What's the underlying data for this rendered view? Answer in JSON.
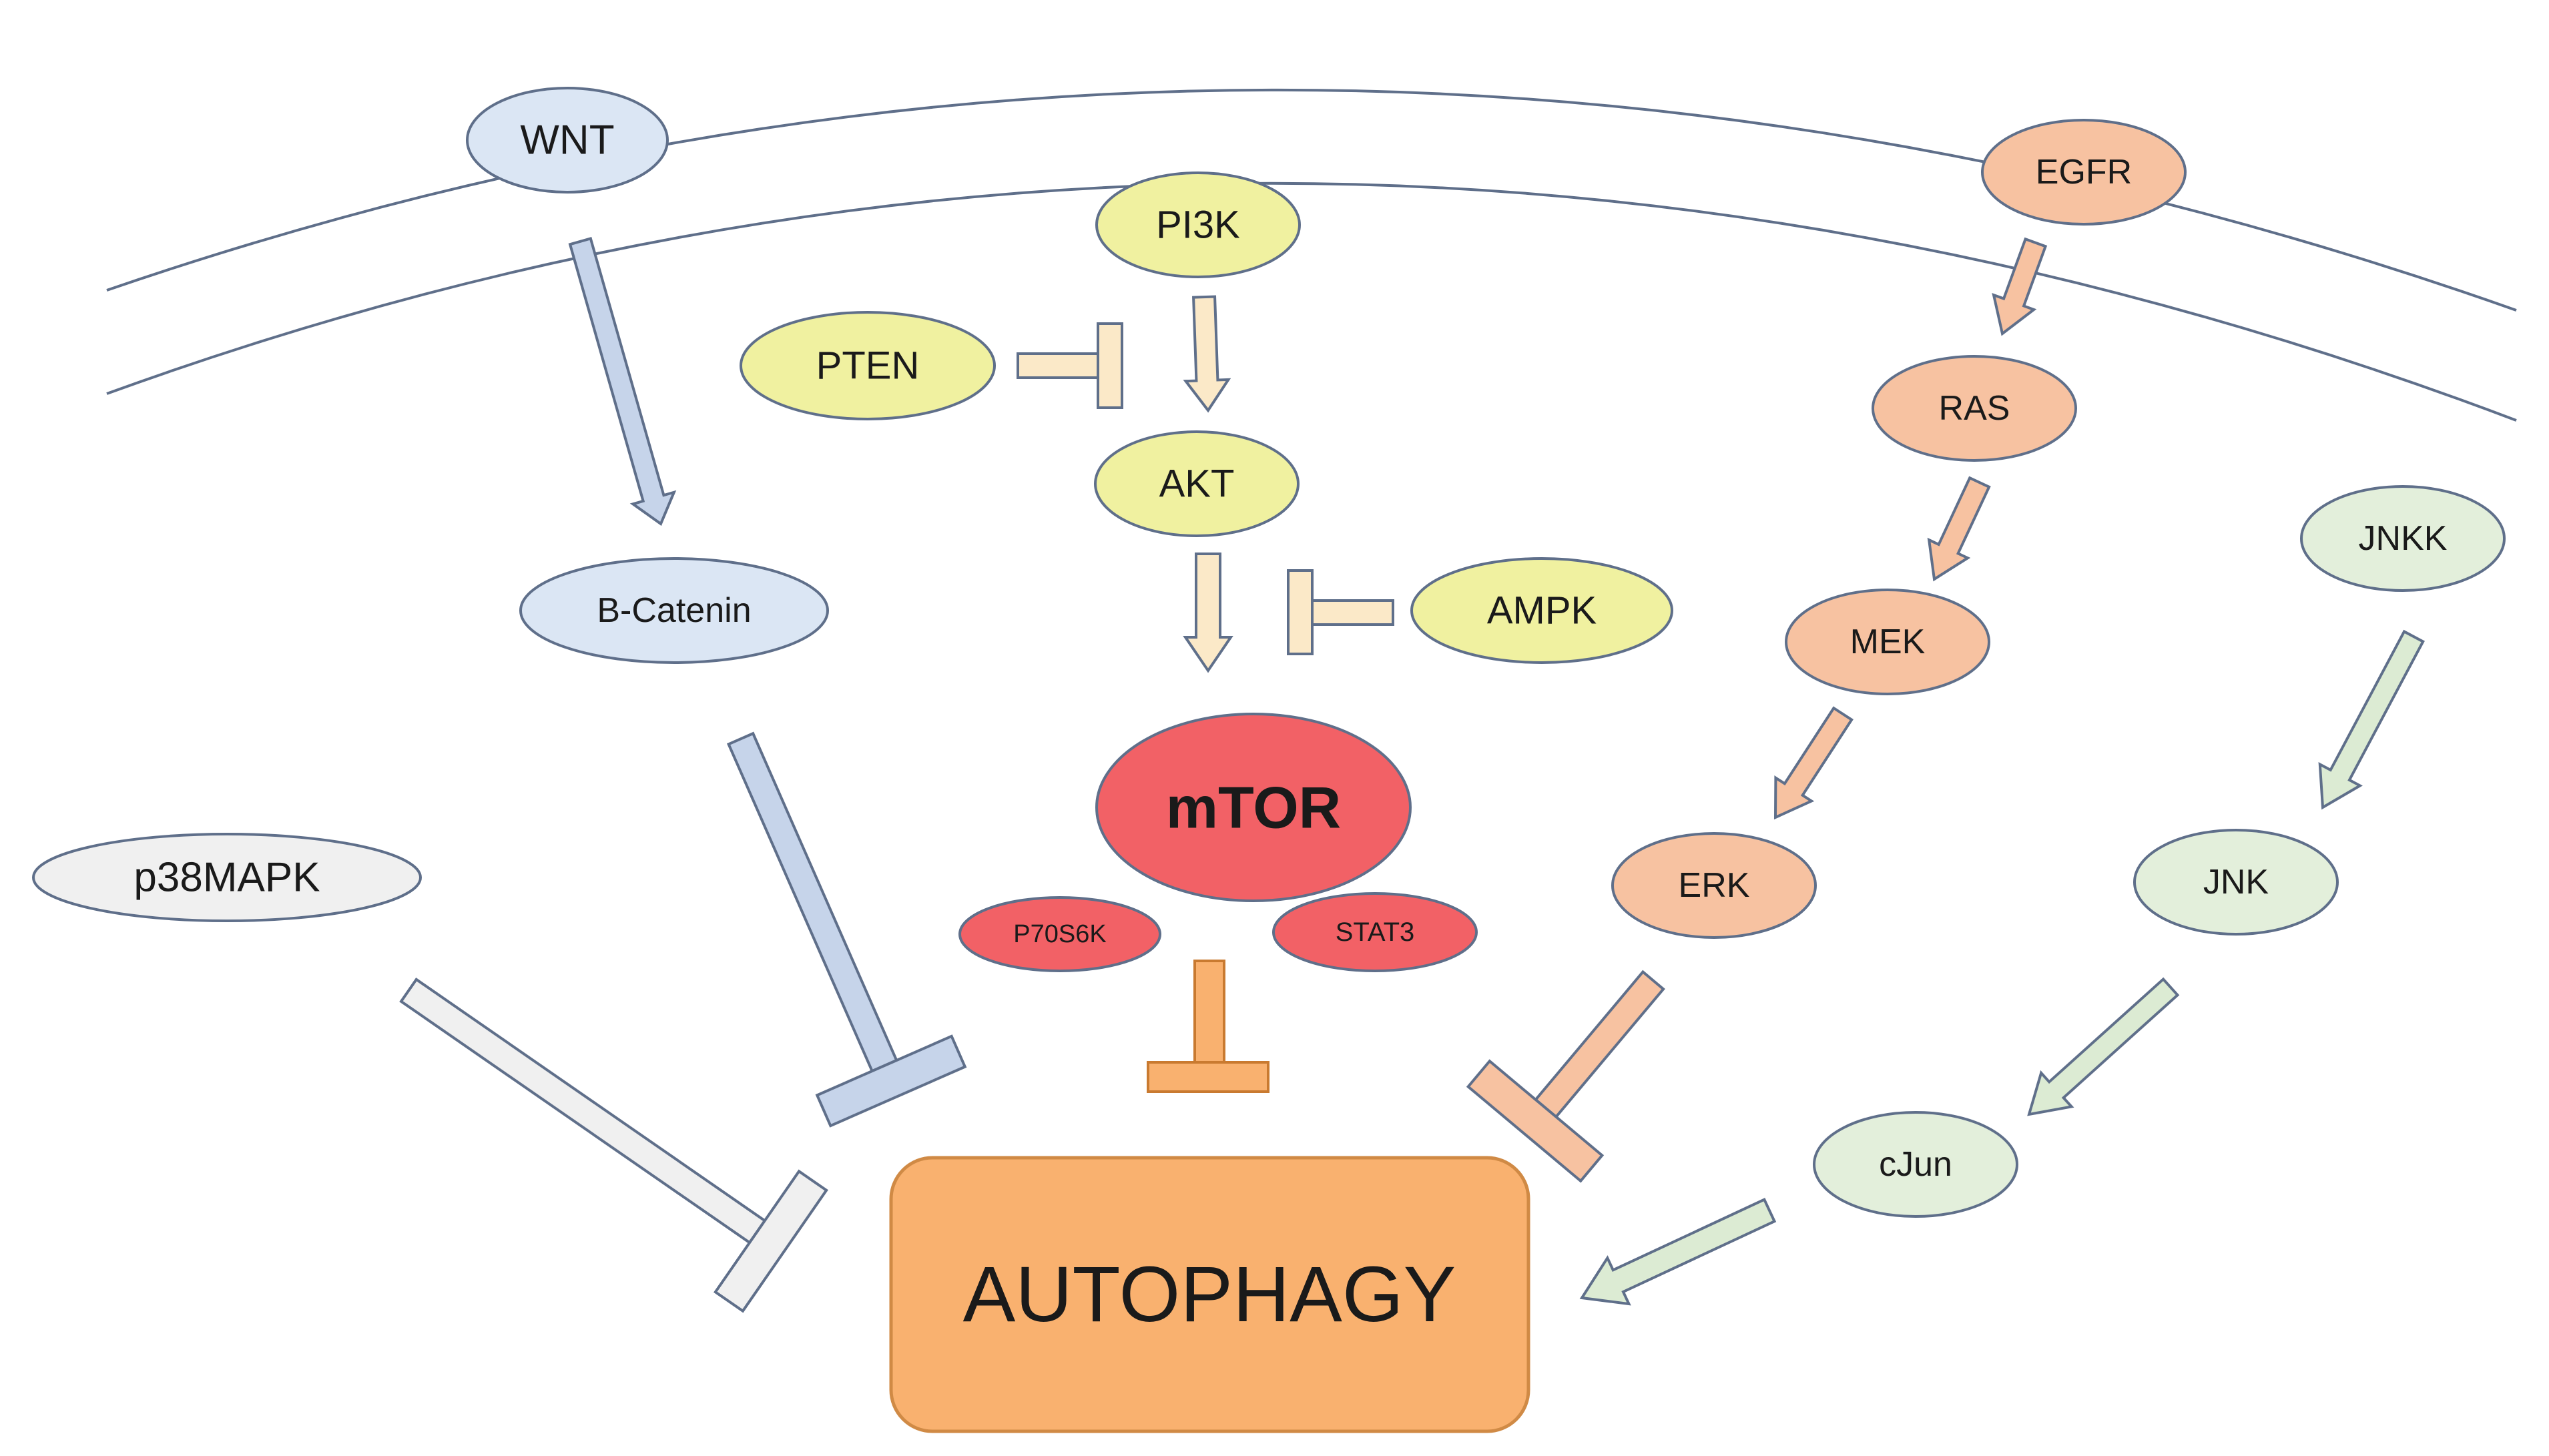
{
  "nodes": {
    "wnt": "WNT",
    "b_catenin": "B-Catenin",
    "p38mapk": "p38MAPK",
    "pi3k": "PI3K",
    "pten": "PTEN",
    "akt": "AKT",
    "ampk": "AMPK",
    "mtor": "mTOR",
    "p70s6k": "P70S6K",
    "stat3": "STAT3",
    "egfr": "EGFR",
    "ras": "RAS",
    "mek": "MEK",
    "erk": "ERK",
    "jnkk": "JNKK",
    "jnk": "JNK",
    "cjun": "cJun",
    "autophagy": "AUTOPHAGY"
  },
  "colors": {
    "wnt_pathway": "#dbe6f4",
    "wnt_arrow": "#c6d4ea",
    "pi3k_pathway": "#f0f1a0",
    "pi3k_arrow": "#fbe9c8",
    "mtor": "#f26166",
    "egfr_pathway": "#f7c2a1",
    "egfr_arrow": "#f7c2a1",
    "jnk_pathway": "#e3efdb",
    "jnk_arrow": "#dcebd3",
    "p38mapk": "#f0f0f0",
    "autophagy": "#f9b16f",
    "autophagy_border": "#d08a45",
    "membrane": "#5f6f8a"
  }
}
